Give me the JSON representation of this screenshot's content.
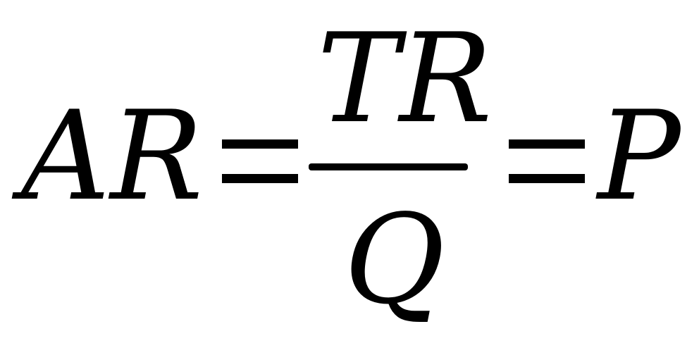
{
  "equation": {
    "lhs": "AR",
    "numerator": "TR",
    "denominator": "Q",
    "rhs": "P"
  },
  "colors": {
    "ink": "#000000",
    "background": "#ffffff"
  }
}
